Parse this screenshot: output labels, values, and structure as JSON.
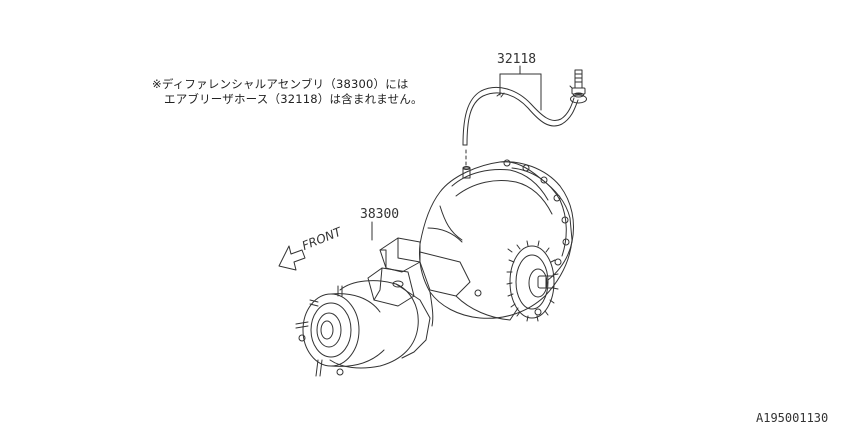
{
  "note": {
    "line1": "※ディファレンシャルアセンブリ（38300）には",
    "line2": "エアブリーザホース（32118）は含まれません。"
  },
  "parts": [
    {
      "number": "32118",
      "name": "air-breather-hose"
    },
    {
      "number": "38300",
      "name": "differential-assembly"
    }
  ],
  "direction_label": "FRONT",
  "figure_id": "A195001130"
}
